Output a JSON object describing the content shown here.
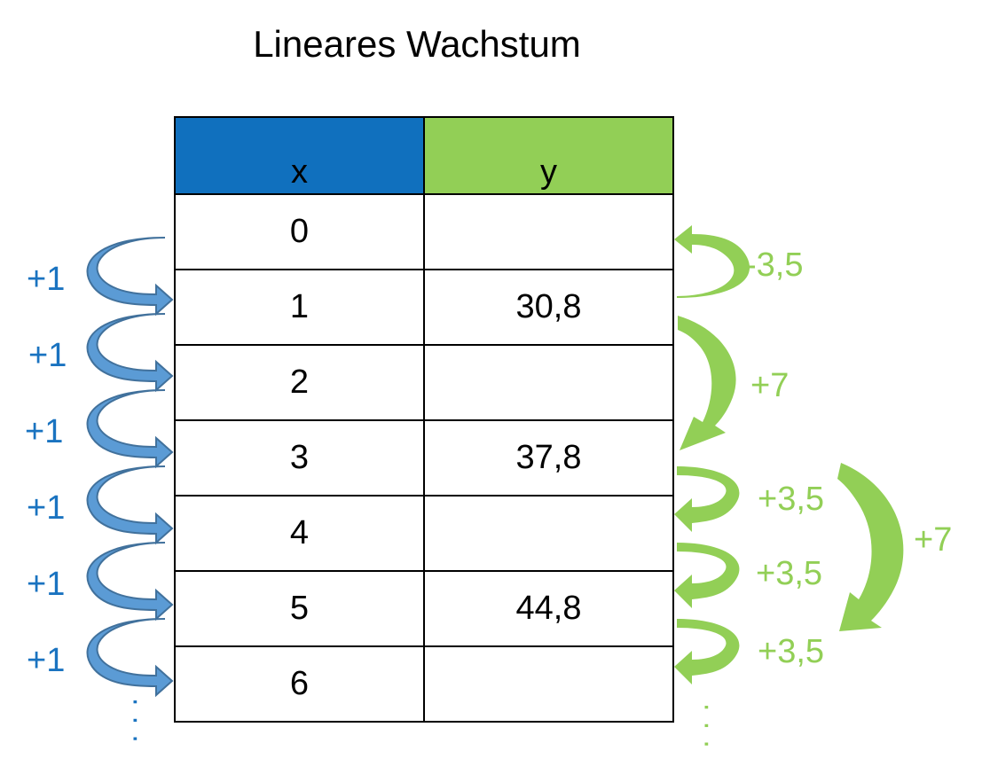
{
  "title": "Lineares Wachstum",
  "table": {
    "headers": {
      "x": "x",
      "y": "y"
    },
    "rows": [
      {
        "x": "0",
        "y": ""
      },
      {
        "x": "1",
        "y": "30,8"
      },
      {
        "x": "2",
        "y": ""
      },
      {
        "x": "3",
        "y": "37,8"
      },
      {
        "x": "4",
        "y": ""
      },
      {
        "x": "5",
        "y": "44,8"
      },
      {
        "x": "6",
        "y": ""
      }
    ]
  },
  "x_steps": [
    "+1",
    "+1",
    "+1",
    "+1",
    "+1",
    "+1"
  ],
  "y_steps": {
    "first": "-3,5",
    "jump_top": "+7",
    "half_steps": [
      "+3,5",
      "+3,5",
      "+3,5"
    ],
    "jump_right": "+7"
  },
  "continuation": {
    "left": "· · ·",
    "right": "· · ·"
  },
  "colors": {
    "x_header": "#1070be",
    "y_header": "#92cf56",
    "x_arrows": "#5b9bd5",
    "x_text": "#1a73c0",
    "y_accent": "#92cf56"
  }
}
